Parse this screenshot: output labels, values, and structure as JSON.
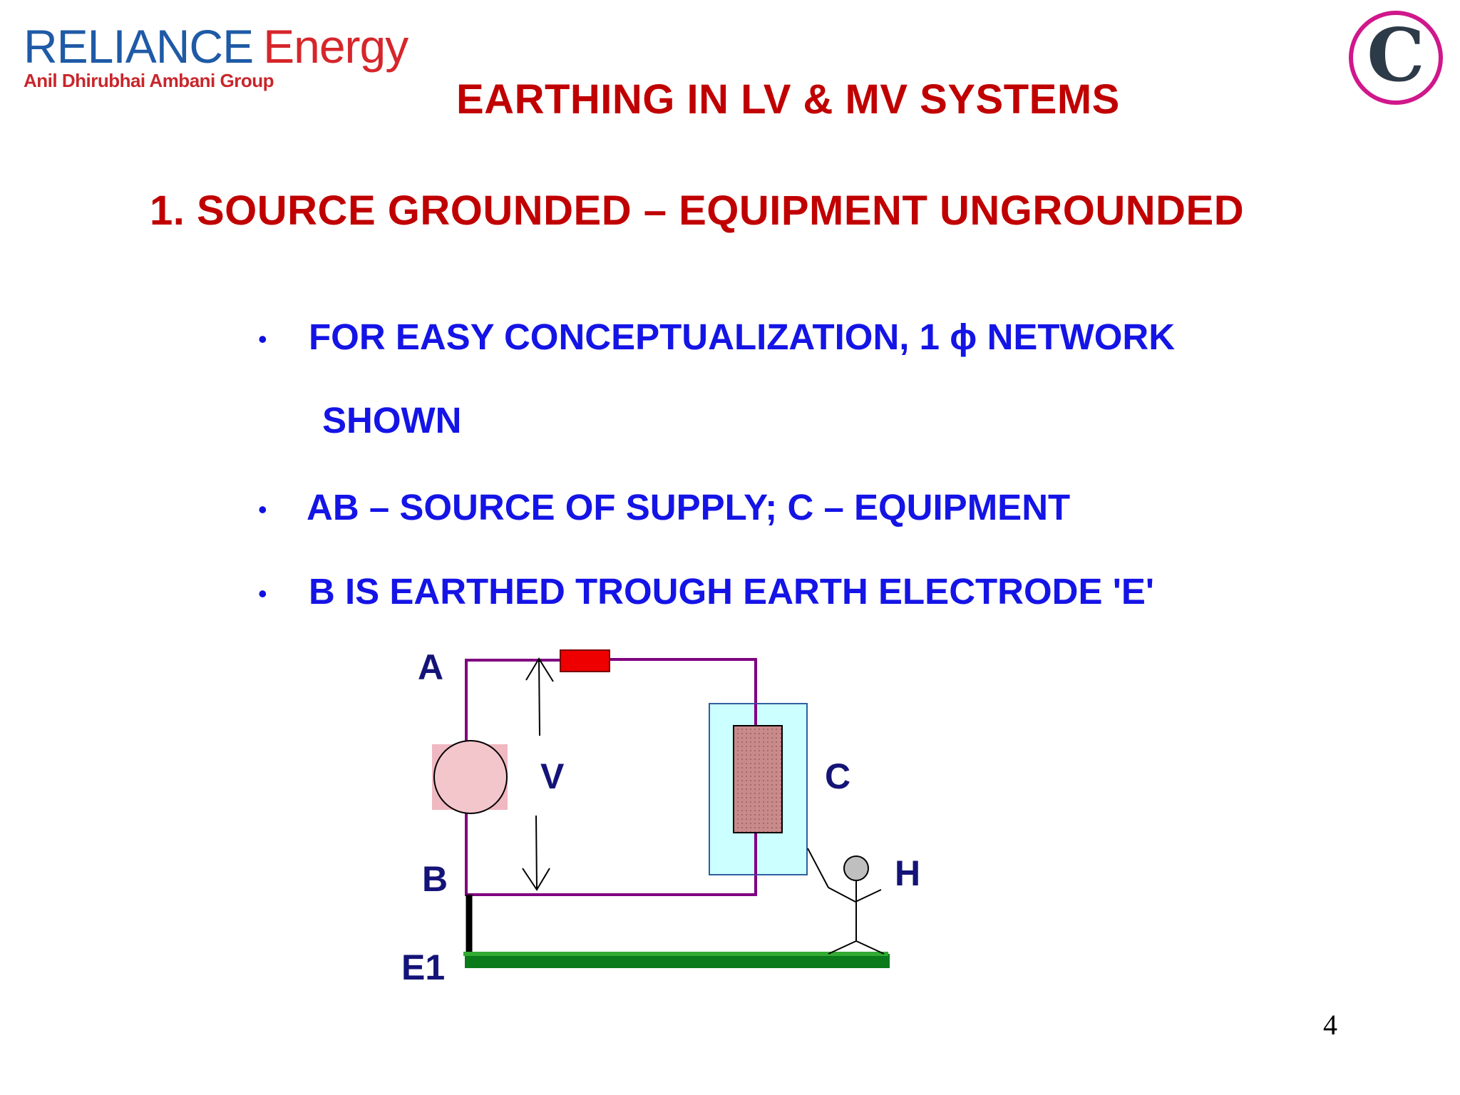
{
  "logo": {
    "brand": "RELIANCE",
    "product": "Energy",
    "group": "Anil Dhirubhai Ambani Group"
  },
  "badge": {
    "letter": "C"
  },
  "title": "EARTHING IN LV & MV SYSTEMS",
  "subtitle": "1.  SOURCE GROUNDED – EQUIPMENT UNGROUNDED",
  "bullets": [
    {
      "line1": "FOR EASY CONCEPTUALIZATION,  1 ϕ NETWORK",
      "line2": "SHOWN"
    },
    {
      "line1": "AB – SOURCE OF SUPPLY;  C – EQUIPMENT"
    },
    {
      "line1": "B  IS EARTHED TROUGH EARTH ELECTRODE  'E'"
    }
  ],
  "bullet_symbol": "•",
  "diagram": {
    "labels": {
      "a": "A",
      "b": "B",
      "v": "V",
      "c": "C",
      "h": "H",
      "e1": "E1"
    },
    "colors": {
      "wire": "#800080",
      "fuse": "#ee0000",
      "source": "#f0b8c0",
      "enclosure": "#ccffff",
      "equipment": "#c98a8a",
      "earth": "#0a7a1a",
      "earth_lead": "#000000",
      "person_head": "#bfbfbf"
    }
  },
  "page_number": "4"
}
